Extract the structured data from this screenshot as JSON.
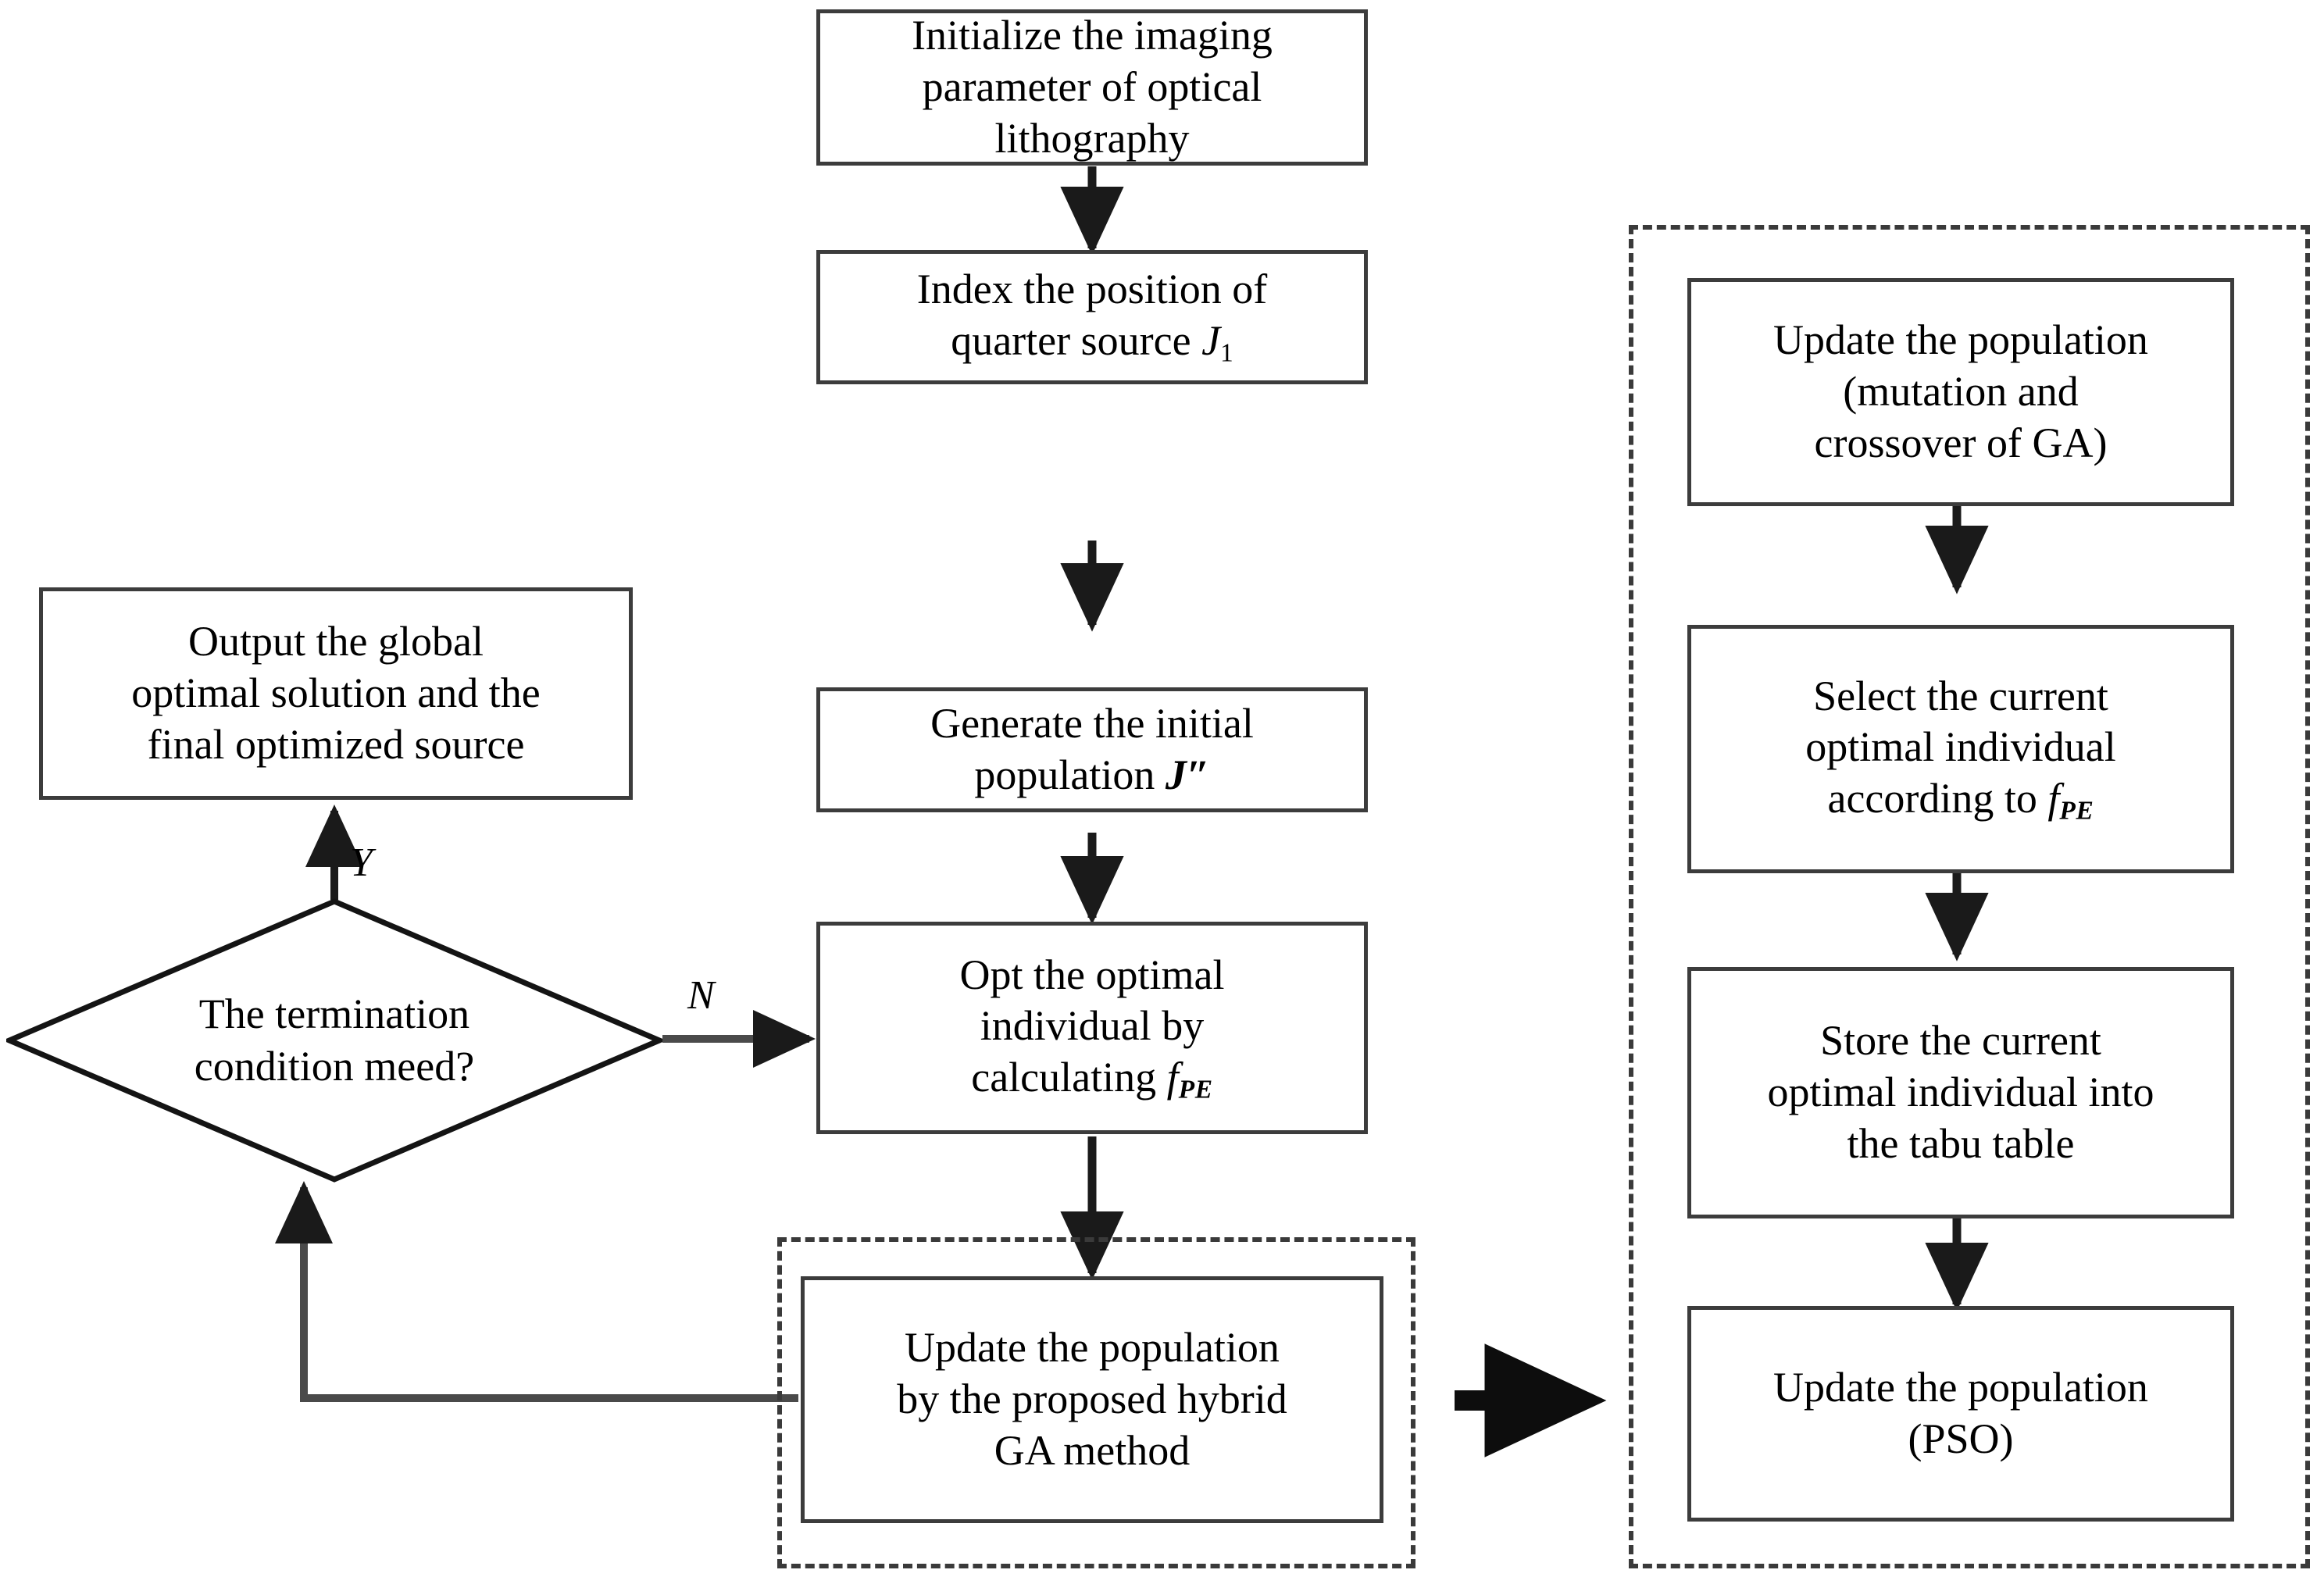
{
  "diagram": {
    "type": "flowchart",
    "title": "Hybrid GA source optimization flowchart",
    "colors": {
      "box_border": "#3c3c3c",
      "dashed_border": "#3a3a3a",
      "line": "#1a1a1a",
      "background": "#ffffff",
      "text": "#000000"
    },
    "nodes": {
      "initialize": {
        "shape": "rect",
        "lines": [
          "Initialize the imaging",
          "parameter of optical",
          "lithography"
        ]
      },
      "index_position": {
        "shape": "rect",
        "lines": [
          "Index the position of",
          "quarter source J1"
        ],
        "line1": "Index the position of",
        "line2_prefix": "quarter source ",
        "line2_var": "J",
        "line2_sub": "1"
      },
      "generate_population": {
        "shape": "rect",
        "line1": "Generate the initial",
        "line2_prefix": "population  ",
        "line2_var": "J″"
      },
      "opt_individual": {
        "shape": "rect",
        "line1": "Opt the optimal",
        "line2": "individual by",
        "line3_prefix": "calculating ",
        "line3_var": "f",
        "line3_sub": "PE"
      },
      "update_hybrid_ga": {
        "shape": "rect",
        "lines": [
          "Update the population",
          "by the proposed hybrid",
          "GA method"
        ]
      },
      "termination": {
        "shape": "diamond",
        "lines": [
          "The termination",
          "condition meed?"
        ]
      },
      "output_global": {
        "shape": "rect",
        "lines": [
          "Output the global",
          "optimal solution and the",
          "final optimized source"
        ]
      },
      "update_population_ga": {
        "shape": "rect",
        "lines": [
          "Update the population",
          "(mutation and",
          "crossover of GA)"
        ]
      },
      "select_current": {
        "shape": "rect",
        "line1": "Select the current",
        "line2": "optimal individual",
        "line3_prefix": "according to ",
        "line3_var": "f",
        "line3_sub": "PE"
      },
      "store_tabu": {
        "shape": "rect",
        "lines": [
          "Store the current",
          "optimal individual into",
          "the tabu table"
        ]
      },
      "update_pso": {
        "shape": "rect",
        "lines": [
          "Update the population",
          "(PSO)"
        ]
      }
    },
    "edge_labels": {
      "yes": "Y",
      "no": "N"
    },
    "groups": {
      "hybrid_ga_group": "dashed container around update-hybrid-ga",
      "detail_group": "dashed container around right column steps"
    }
  }
}
